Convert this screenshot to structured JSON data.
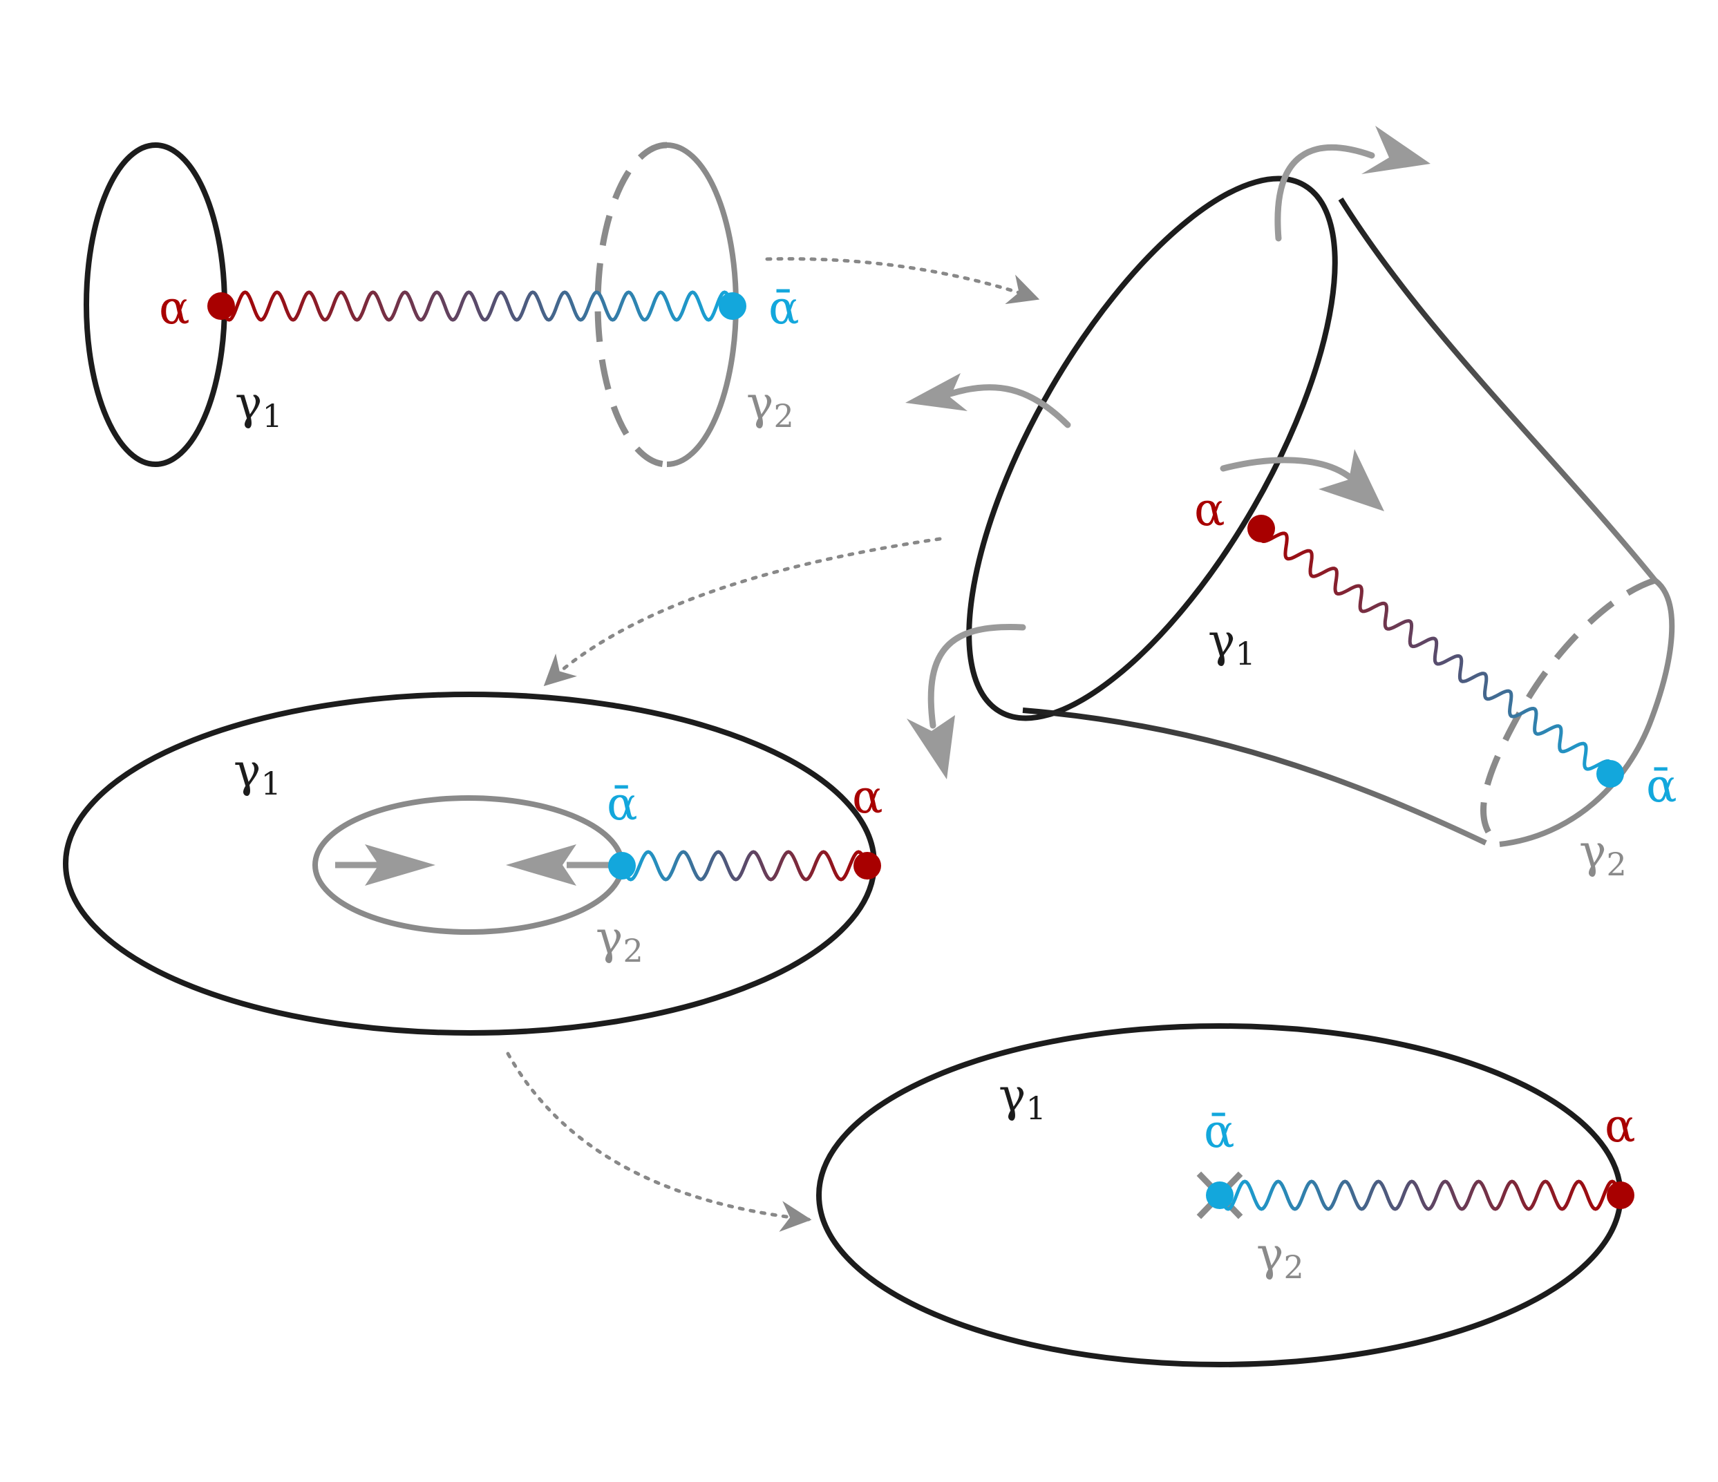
{
  "labels": {
    "alpha": "α",
    "alpha_bar": "ᾱ",
    "gamma": "γ",
    "sub1": "1",
    "sub2": "2"
  },
  "colors": {
    "alpha_red": "#a80000",
    "alpha_bar_blue": "#13a7dc",
    "curve_black": "#1c1c1c",
    "curve_gray": "#8a8a8a",
    "arrow_gray": "#9a9a9a",
    "dotted_gray": "#888888"
  }
}
